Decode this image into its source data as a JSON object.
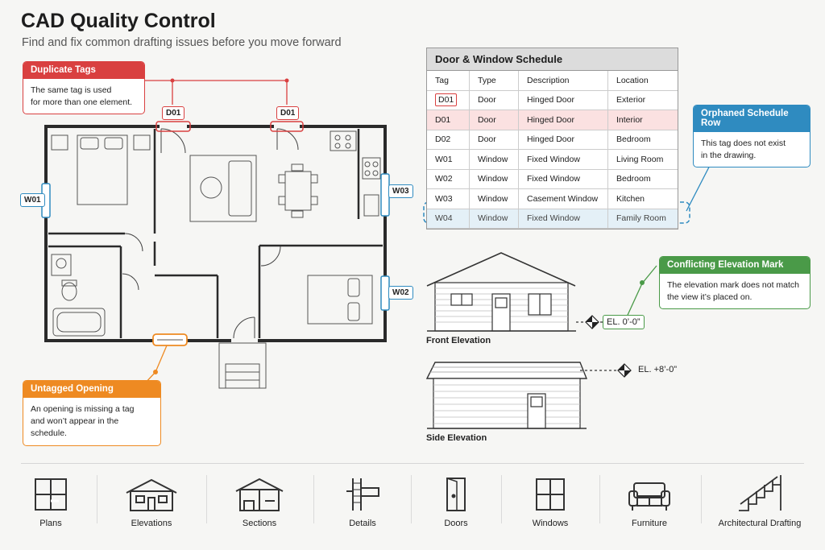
{
  "header": {
    "title": "CAD Quality Control",
    "subtitle": "Find and fix common drafting issues before you move forward"
  },
  "callouts": {
    "duplicate": {
      "title": "Duplicate Tags",
      "lines": [
        "The same tag is used",
        "for more than one element."
      ]
    },
    "orphaned": {
      "title": "Orphaned Schedule Row",
      "lines": [
        "This tag does not exist",
        "in the drawing."
      ]
    },
    "elevation": {
      "title": "Conflicting Elevation Mark",
      "lines": [
        "The elevation mark does not match",
        "the view it’s placed on."
      ]
    },
    "untagged": {
      "title": "Untagged Opening",
      "lines": [
        "An opening is missing a tag",
        "and won’t appear in the schedule."
      ]
    }
  },
  "plan_tags": {
    "d01_a": "D01",
    "d01_b": "D01",
    "w01": "W01",
    "w02": "W02",
    "w03": "W03"
  },
  "schedule": {
    "title": "Door & Window Schedule",
    "headers": [
      "Tag",
      "Type",
      "Description",
      "Location"
    ],
    "rows": [
      [
        "D01",
        "Door",
        "Hinged Door",
        "Exterior"
      ],
      [
        "D01",
        "Door",
        "Hinged Door",
        "Interior"
      ],
      [
        "D02",
        "Door",
        "Hinged Door",
        "Bedroom"
      ],
      [
        "W01",
        "Window",
        "Fixed Window",
        "Living Room"
      ],
      [
        "W02",
        "Window",
        "Fixed Window",
        "Bedroom"
      ],
      [
        "W03",
        "Window",
        "Casement Window",
        "Kitchen"
      ],
      [
        "W04",
        "Window",
        "Fixed Window",
        "Family Room"
      ]
    ]
  },
  "elevations": {
    "front_label": "Front Elevation",
    "side_label": "Side Elevation",
    "front_mark": "EL. 0’-0”",
    "side_mark": "EL. +8’-0”"
  },
  "nav": [
    {
      "label": "Plans",
      "icon": "plans-icon"
    },
    {
      "label": "Elevations",
      "icon": "elevations-icon"
    },
    {
      "label": "Sections",
      "icon": "sections-icon"
    },
    {
      "label": "Details",
      "icon": "details-icon"
    },
    {
      "label": "Doors",
      "icon": "doors-icon"
    },
    {
      "label": "Windows",
      "icon": "windows-icon"
    },
    {
      "label": "Furniture",
      "icon": "furniture-icon"
    },
    {
      "label": "Architectural Drafting",
      "icon": "stairs-icon"
    }
  ],
  "colors": {
    "error_red": "#d94040",
    "info_blue": "#2f8bc0",
    "warn_green": "#4a9a48",
    "alert_orange": "#ee8a22"
  }
}
